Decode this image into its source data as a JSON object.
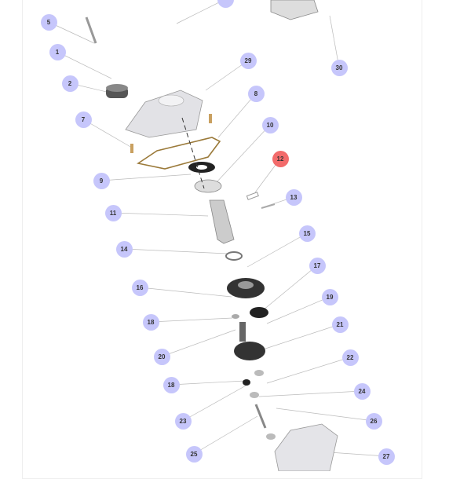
{
  "diagram": {
    "accent_color": "#c6c6fb",
    "selected_color": "#f26b6b",
    "callouts": [
      {
        "label": "5"
      },
      {
        "label": "1"
      },
      {
        "label": "2"
      },
      {
        "label": "29"
      },
      {
        "label": "30"
      },
      {
        "label": "8"
      },
      {
        "label": "7"
      },
      {
        "label": "10"
      },
      {
        "label": "12",
        "selected": true
      },
      {
        "label": "9"
      },
      {
        "label": "13"
      },
      {
        "label": "11"
      },
      {
        "label": "15"
      },
      {
        "label": "14"
      },
      {
        "label": "17"
      },
      {
        "label": "16"
      },
      {
        "label": "19"
      },
      {
        "label": "18"
      },
      {
        "label": "21"
      },
      {
        "label": "20"
      },
      {
        "label": "22"
      },
      {
        "label": "18"
      },
      {
        "label": "24"
      },
      {
        "label": "23"
      },
      {
        "label": "26"
      },
      {
        "label": "25"
      },
      {
        "label": "27"
      }
    ]
  }
}
